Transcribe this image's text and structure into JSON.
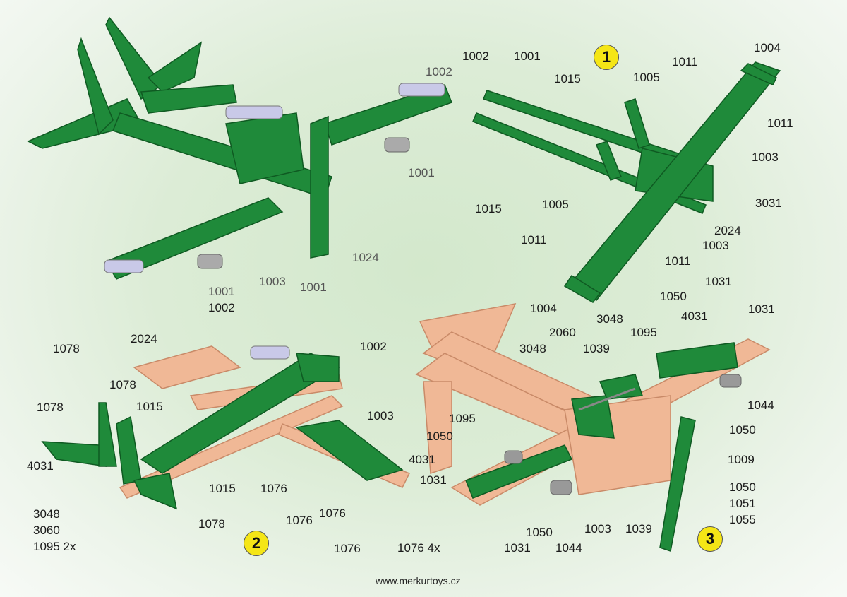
{
  "step1": {
    "number": "1",
    "labels": [
      "1002",
      "1001",
      "1002",
      "1015",
      "1005",
      "1011",
      "1004",
      "1011",
      "1003",
      "3031",
      "2024",
      "1003",
      "1011",
      "1011",
      "1004",
      "1005",
      "1015",
      "1001"
    ]
  },
  "step2": {
    "number": "2",
    "labels": [
      "1001",
      "1002",
      "1003",
      "1001",
      "1024",
      "1002",
      "2024",
      "1078",
      "1078",
      "1015",
      "1078",
      "4031",
      "1015",
      "1076",
      "1003",
      "1076",
      "1076",
      "1076",
      "1078",
      "3048",
      "3060",
      "1095 2x"
    ]
  },
  "step3": {
    "number": "3",
    "labels": [
      "1050",
      "1031",
      "1031",
      "4031",
      "3048",
      "1095",
      "2060",
      "1039",
      "3048",
      "1095",
      "1044",
      "1050",
      "1050",
      "4031",
      "1031",
      "1009",
      "1050",
      "1051",
      "1055",
      "1003",
      "1039",
      "1050",
      "1044",
      "1031",
      "1076 4x"
    ]
  },
  "footer": {
    "url": "www.merkurtoys.cz"
  },
  "colors": {
    "green": "#1f8a3a",
    "peach": "#f0b896",
    "badge": "#f5e616"
  }
}
